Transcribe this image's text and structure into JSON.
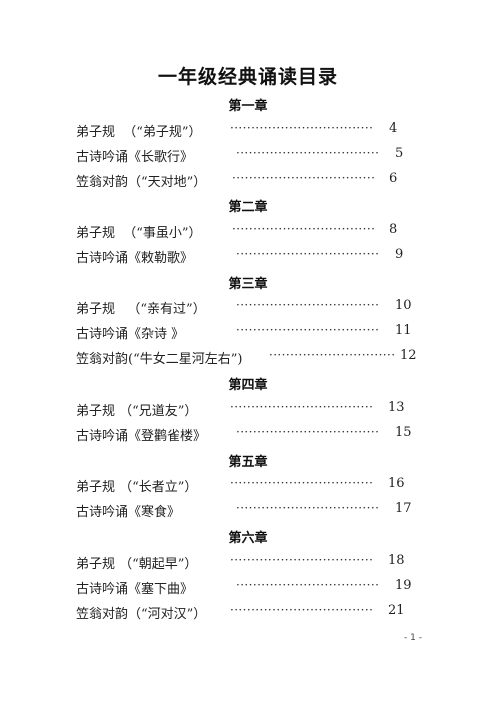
{
  "title": "一年级经典诵读目录",
  "chapters": [
    {
      "heading": "第一章",
      "entries": [
        {
          "text": "弟子规  （“弟子规”）",
          "page": "4"
        },
        {
          "text": "古诗吟诵《长歌行》",
          "page": "5"
        },
        {
          "text": "笠翁对韵（“天对地”）",
          "page": "6"
        }
      ]
    },
    {
      "heading": "第二章",
      "entries": [
        {
          "text": "弟子规  （“事虽小”）",
          "page": "8"
        },
        {
          "text": "古诗吟诵《敕勒歌》",
          "page": "9"
        }
      ]
    },
    {
      "heading": "第三章",
      "entries": [
        {
          "text": "弟子规   （“亲有过”）",
          "page": "10"
        },
        {
          "text": "古诗吟诵《杂诗 》",
          "page": "11"
        },
        {
          "text": "笠翁对韵(“牛女二星河左右”)",
          "page": "12"
        }
      ]
    },
    {
      "heading": "第四章",
      "entries": [
        {
          "text": "弟子规 （“兄道友”）",
          "page": "13"
        },
        {
          "text": "古诗吟诵《登鹳雀楼》",
          "page": "15"
        }
      ]
    },
    {
      "heading": "第五章",
      "entries": [
        {
          "text": "弟子规 （“长者立”）",
          "page": "16"
        },
        {
          "text": "古诗吟诵《寒食》",
          "page": "17"
        }
      ]
    },
    {
      "heading": "第六章",
      "entries": [
        {
          "text": "弟子规 （“朝起早”）",
          "page": "18"
        },
        {
          "text": "古诗吟诵《塞下曲》",
          "page": "19"
        },
        {
          "text": "笠翁对韵（“河对汉”）",
          "page": "21"
        }
      ]
    }
  ],
  "footer": "- 1 -"
}
